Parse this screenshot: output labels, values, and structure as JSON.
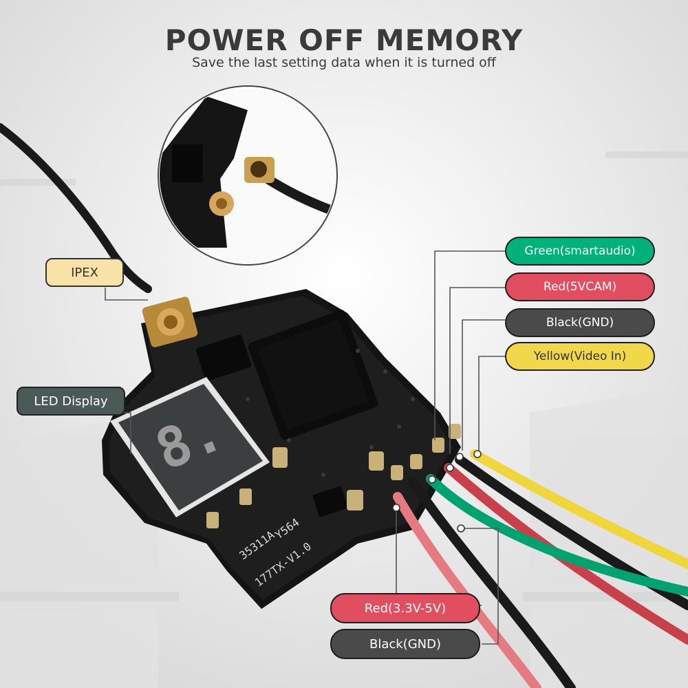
{
  "header": {
    "title": "POWER OFF MEMORY",
    "subtitle": "Save the last setting data when it is turned off"
  },
  "callouts": {
    "ipex": "IPEX",
    "led_display": "LED Display",
    "green": "Green(smartaudio)",
    "red_5vcam": "Red(5VCAM)",
    "black_gnd_top": "Black(GND)",
    "yellow": "Yellow(Video In)",
    "red_power": "Red(3.3V-5V)",
    "black_gnd_bottom": "Black(GND)"
  },
  "board": {
    "led_digit": "8.",
    "silkscreen_1": "35311A",
    "silkscreen_2": "Y564",
    "silkscreen_3": "177TX-V1.0"
  },
  "colors": {
    "green": "#00b27a",
    "red": "#e04e60",
    "black": "#4a4a4a",
    "yellow": "#f0d84a",
    "ipex_tag": "#f8e2a8",
    "led_tag": "#4b5a57"
  }
}
